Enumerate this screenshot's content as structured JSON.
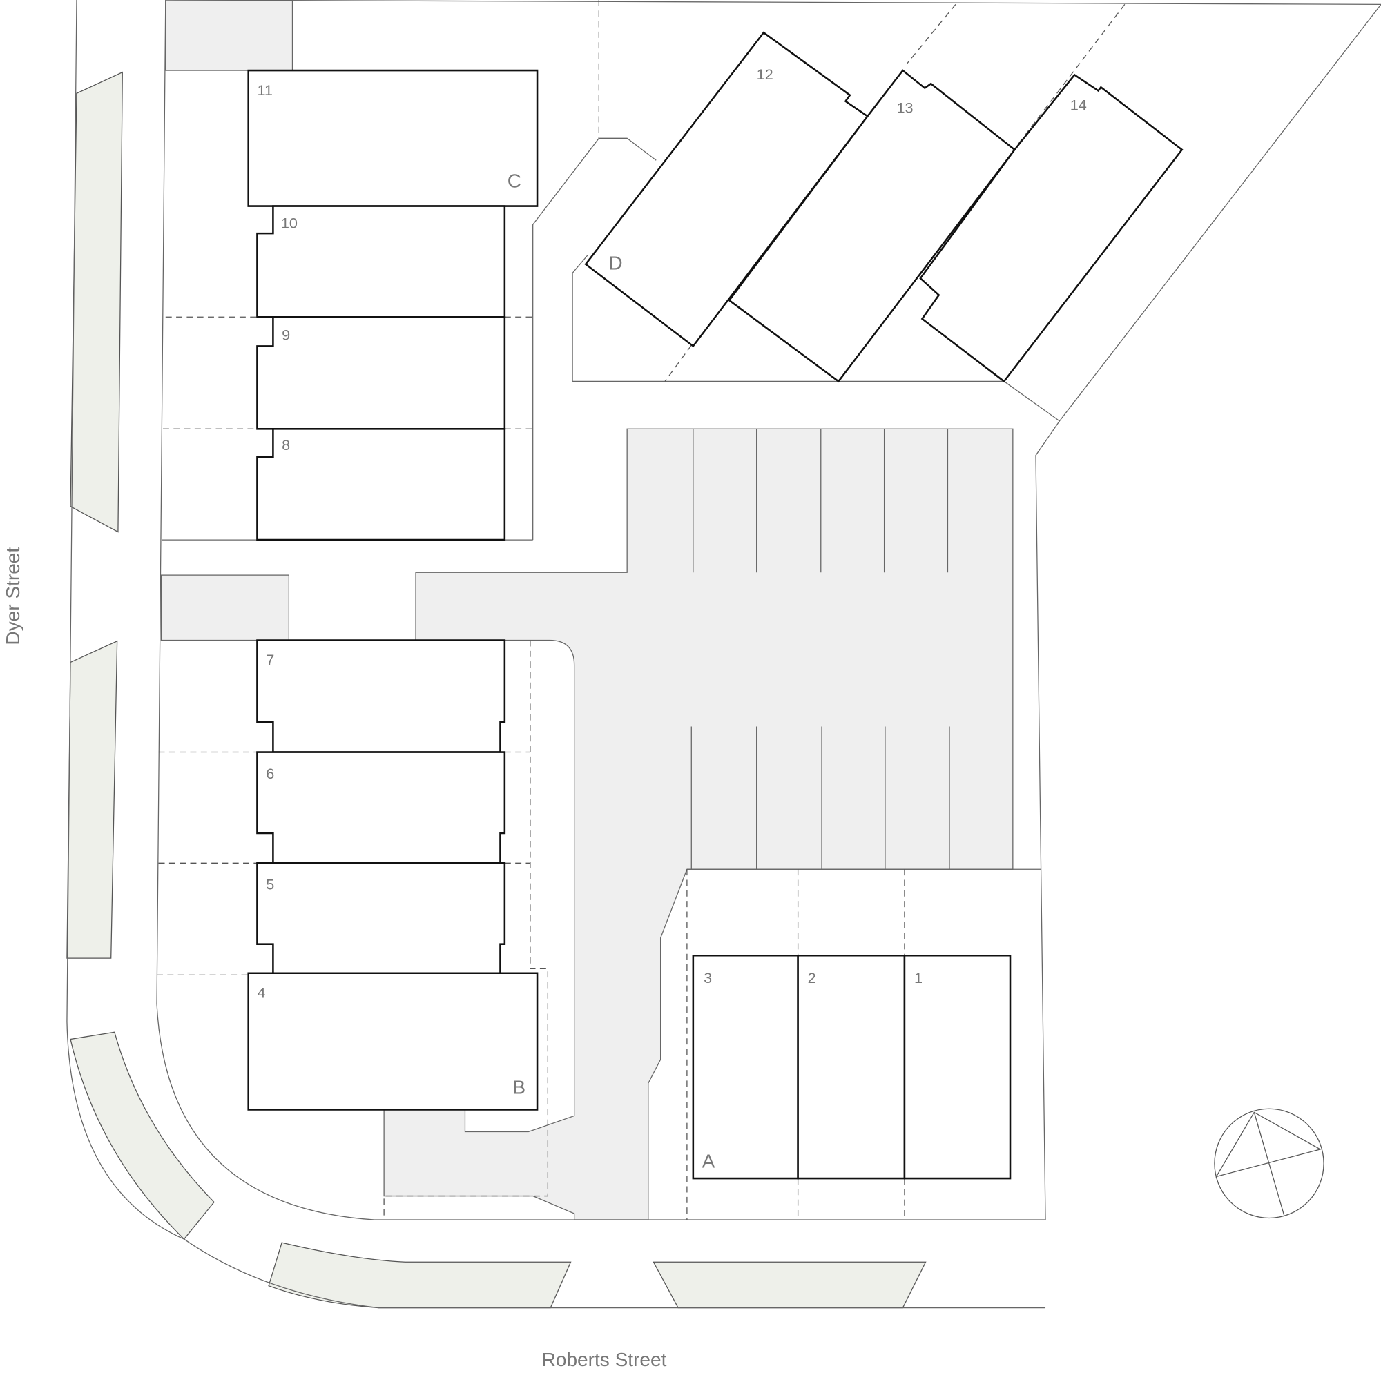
{
  "streets": {
    "left": "Dyer Street",
    "bottom": "Roberts Street"
  },
  "blocks": {
    "A": "A",
    "B": "B",
    "C": "C",
    "D": "D"
  },
  "units": {
    "u1": "1",
    "u2": "2",
    "u3": "3",
    "u4": "4",
    "u5": "5",
    "u6": "6",
    "u7": "7",
    "u8": "8",
    "u9": "9",
    "u10": "10",
    "u11": "11",
    "u12": "12",
    "u13": "13",
    "u14": "14"
  },
  "icons": {
    "compass": "north-arrow-icon"
  },
  "colors": {
    "landscape": "#eef0ea",
    "paving": "#efefef",
    "building_outline": "#111111"
  }
}
